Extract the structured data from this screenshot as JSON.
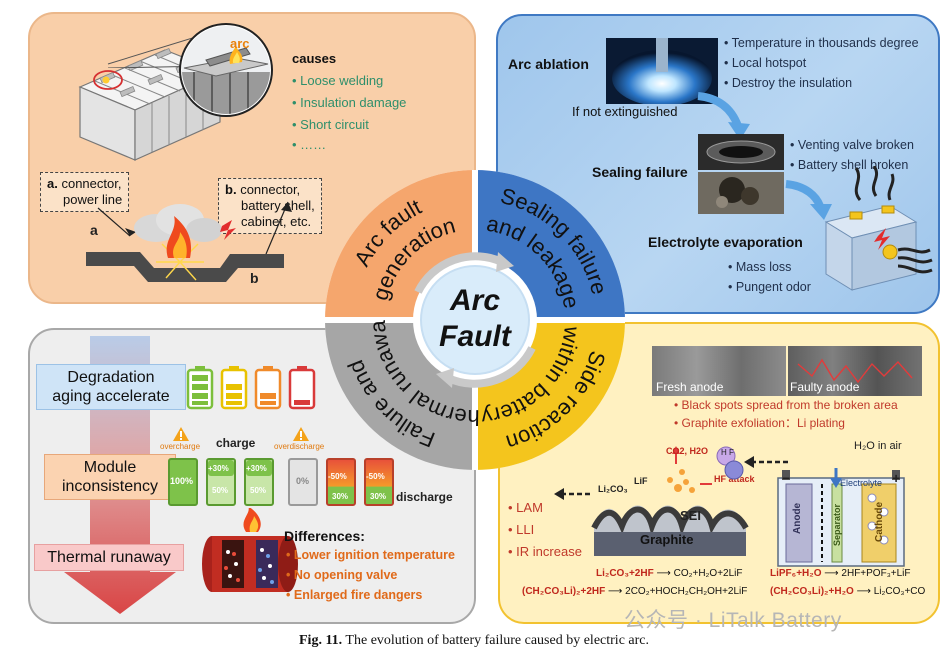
{
  "center": {
    "line1": "Arc",
    "line2": "Fault"
  },
  "ring": {
    "generation": [
      "Arc fault",
      "generation"
    ],
    "sealing": [
      "Sealing failure",
      "and leakage"
    ],
    "side": [
      "Side reaction",
      "within battery"
    ],
    "failure": [
      "Failure and",
      "thermal runaway"
    ]
  },
  "generation": {
    "arc_label": "arc",
    "causes_title": "causes",
    "causes": [
      "Loose welding",
      "Insulation damage",
      "Short circuit",
      "……"
    ],
    "box_a": {
      "letter": "a.",
      "line1": "connector,",
      "line2": "power line"
    },
    "box_b": {
      "letter": "b.",
      "line1": "connector,",
      "line2": "battery shell,",
      "line3": "cabinet, etc."
    },
    "label_a": "a",
    "label_b": "b"
  },
  "sealing": {
    "ablation_title": "Arc ablation",
    "ablation_points": [
      "Temperature in thousands degree",
      "Local hotspot",
      "Destroy the insulation"
    ],
    "if_not": "If not extinguished",
    "sealing_title": "Sealing failure",
    "sealing_points": [
      "Venting valve broken",
      "Battery shell broken"
    ],
    "evap_title": "Electrolyte evaporation",
    "evap_points": [
      "Mass loss",
      "Pungent odor"
    ]
  },
  "side": {
    "fresh": "Fresh anode",
    "faulty": "Faulty anode",
    "points": [
      "Black spots spread from the broken area",
      "Graphite exfoliation：Li plating"
    ],
    "co2": "CO2, H2O",
    "lif": "LiF",
    "li2co3": "Li₂CO₃",
    "hf_attack": "HF attack",
    "hf": "H F",
    "sei": "SEI",
    "graphite": "Graphite",
    "h2o_air": "H₂O in air",
    "electrolyte": "Electrolyte",
    "anode": "Anode",
    "separator": "Separator",
    "cathode": "Cathode",
    "minus": "−",
    "plus": "+",
    "losses": [
      "LAM",
      "LLI",
      "IR increase"
    ],
    "eq1_lhs": "Li₂CO₃+2HF",
    "eq1_rhs": "CO₂+H₂O+2LiF",
    "eq2_lhs": "(CH₂CO₃Li)₂+2HF",
    "eq2_rhs": "2CO₂+HOCH₂CH₂OH+2LiF",
    "eq3_lhs": "LiPF₆+H₂O",
    "eq3_rhs": "2HF+POF₃+LiF",
    "eq4_lhs": "(CH₂CO₃Li)₂+H₂O",
    "eq4_rhs": "Li₂CO₃+CO"
  },
  "failure": {
    "stage1": [
      "Degradation",
      "aging accelerate"
    ],
    "stage2": [
      "Module",
      "inconsistency"
    ],
    "stage3": "Thermal runaway",
    "overcharge": "overcharge",
    "overdischarge": "overdischarge",
    "charge": "charge",
    "discharge": "discharge",
    "cells": [
      "100%",
      "+30%",
      "50%",
      "+30%",
      "50%",
      "0%",
      "-50%",
      "30%",
      "-50%",
      "30%"
    ],
    "diff_title": "Differences:",
    "diffs": [
      "Lower ignition temperature",
      "No opening valve",
      "Enlarged fire dangers"
    ]
  },
  "caption": {
    "label": "Fig. 11.",
    "text": "The evolution of battery failure caused by electric arc."
  },
  "watermark": "公众号 · LiTalk Battery",
  "colors": {
    "orange_ring": "#f5a66d",
    "blue_ring": "#3e76c4",
    "yellow_ring": "#f4c51d",
    "gray_ring": "#a6a6a6",
    "green_text": "#2e8f6b",
    "red_text": "#c0392b"
  }
}
